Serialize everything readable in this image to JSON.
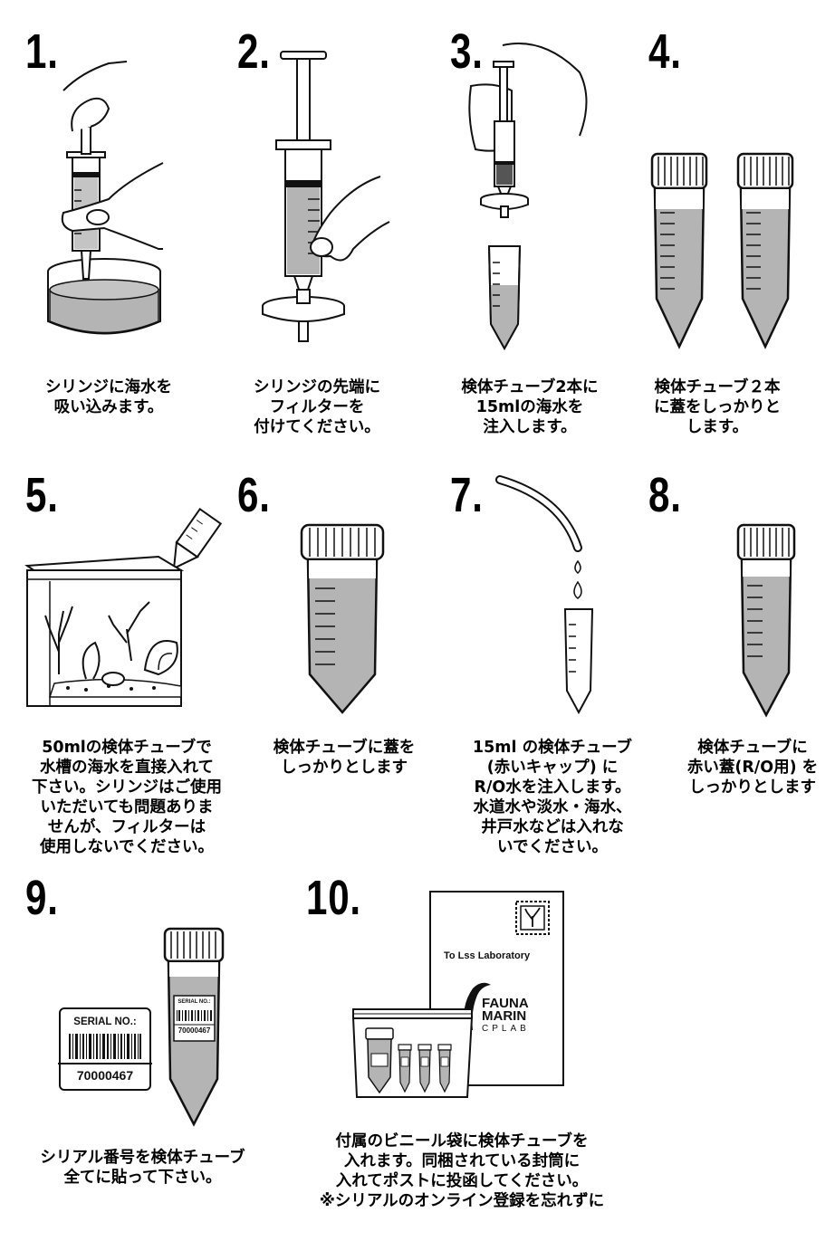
{
  "steps": [
    {
      "number": "1.",
      "caption": [
        "シリンジに海水を",
        "吸い込みます。"
      ]
    },
    {
      "number": "2.",
      "caption": [
        "シリンジの先端に",
        "フィルターを",
        "付けてください。"
      ]
    },
    {
      "number": "3.",
      "caption": [
        "検体チューブ2本に",
        "15mlの海水を",
        "注入します。"
      ]
    },
    {
      "number": "4.",
      "caption": [
        "検体チューブ２本",
        "に蓋をしっかりと",
        "します。"
      ]
    },
    {
      "number": "5.",
      "caption": [
        "50mlの検体チューブで",
        "水槽の海水を直接入れて",
        "下さい。シリンジはご使用",
        "いただいても問題ありま",
        "せんが、フィルターは",
        "使用しないでください。"
      ]
    },
    {
      "number": "6.",
      "caption": [
        "検体チューブに蓋を",
        "しっかりとします"
      ]
    },
    {
      "number": "7.",
      "caption": [
        "15ml の検体チューブ",
        "(赤いキャップ) に",
        "R/O水を注入します。",
        "水道水や淡水・海水、",
        "井戸水などは入れな",
        "いでください。"
      ]
    },
    {
      "number": "8.",
      "caption": [
        "検体チューブに",
        "赤い蓋(R/O用) を",
        "しっかりとします"
      ]
    },
    {
      "number": "9.",
      "caption": [
        "シリアル番号を検体チューブ",
        "全てに貼って下さい。"
      ]
    },
    {
      "number": "10.",
      "caption": [
        "付属のビニール袋に検体チューブを",
        "入れます。同梱されている封筒に",
        "入れてポストに投函してください。",
        "※シリアルのオンライン登録を忘れずに"
      ]
    }
  ],
  "serial_label": {
    "title": "SERIAL NO.:",
    "number": "70000467"
  },
  "tube_label": {
    "title": "SERIAL NO.:",
    "number": "70000467"
  },
  "envelope": {
    "address": "To Lss Laboratory",
    "brand_line1": "FAUNA",
    "brand_line2": "MARIN",
    "brand_line3": "CPLAB"
  },
  "colors": {
    "water": "#b4b4b4",
    "ink": "#111111",
    "paper": "#ffffff"
  }
}
